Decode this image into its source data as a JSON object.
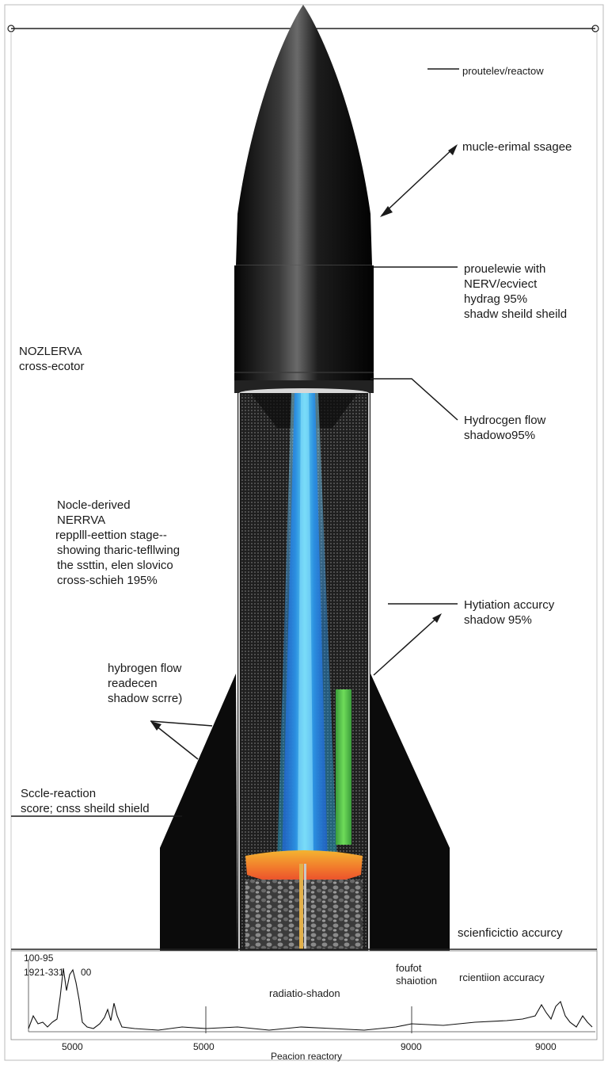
{
  "diagram": {
    "callouts": {
      "top_right": "proutelev/reactow",
      "upper_right": "mucle-erimal ssagee",
      "middle_right": [
        "prouelewie with",
        "NERV/ecviect",
        "hydrag 95%",
        "shadw sheild sheild"
      ],
      "left_title": [
        "NOZLERVA",
        "cross-ecotor"
      ],
      "hydrogen_flow_right": [
        "Hydrocgen flow",
        "shadowo95%"
      ],
      "left_block": [
        "Nocle-derived",
        "NERRVA",
        "repplll-eettion stage--",
        "showing  tharic-tefllwing",
        "the ssttin, elen slovico",
        "cross-schieh 195%"
      ],
      "hydration_right": [
        "Hytiation accurcy",
        "shadow 95%"
      ],
      "hydrogen_flow_left": [
        "hybrogen flow",
        "readecen",
        "shadow scrre)"
      ],
      "scale_reaction": [
        "Sccle-reaction",
        "score; cnss sheild shield"
      ],
      "scientific_accuracy": "scienficictio accurcy"
    },
    "plot": {
      "top_left_labels": [
        "100-95",
        "1921-331"
      ],
      "top_mid_label": "00",
      "center_label": "radiatio-shadon",
      "right_label_a": [
        "foufot",
        "shaiotion"
      ],
      "right_label_b": "rcientiion accuracy",
      "x_ticks": [
        "5000",
        "5000",
        "9000",
        "9000"
      ],
      "xlabel": "Peacion reactory"
    },
    "colors": {
      "rocket_body": "#111111",
      "hydrogen_core": "#2b8fe0",
      "hydrogen_glow": "#5fd3f0",
      "rod": "#4cc24a",
      "reactor_hot": "#e8412c",
      "reactor_warm": "#f3b431",
      "fuel_bed": "#4a4a4a"
    }
  }
}
